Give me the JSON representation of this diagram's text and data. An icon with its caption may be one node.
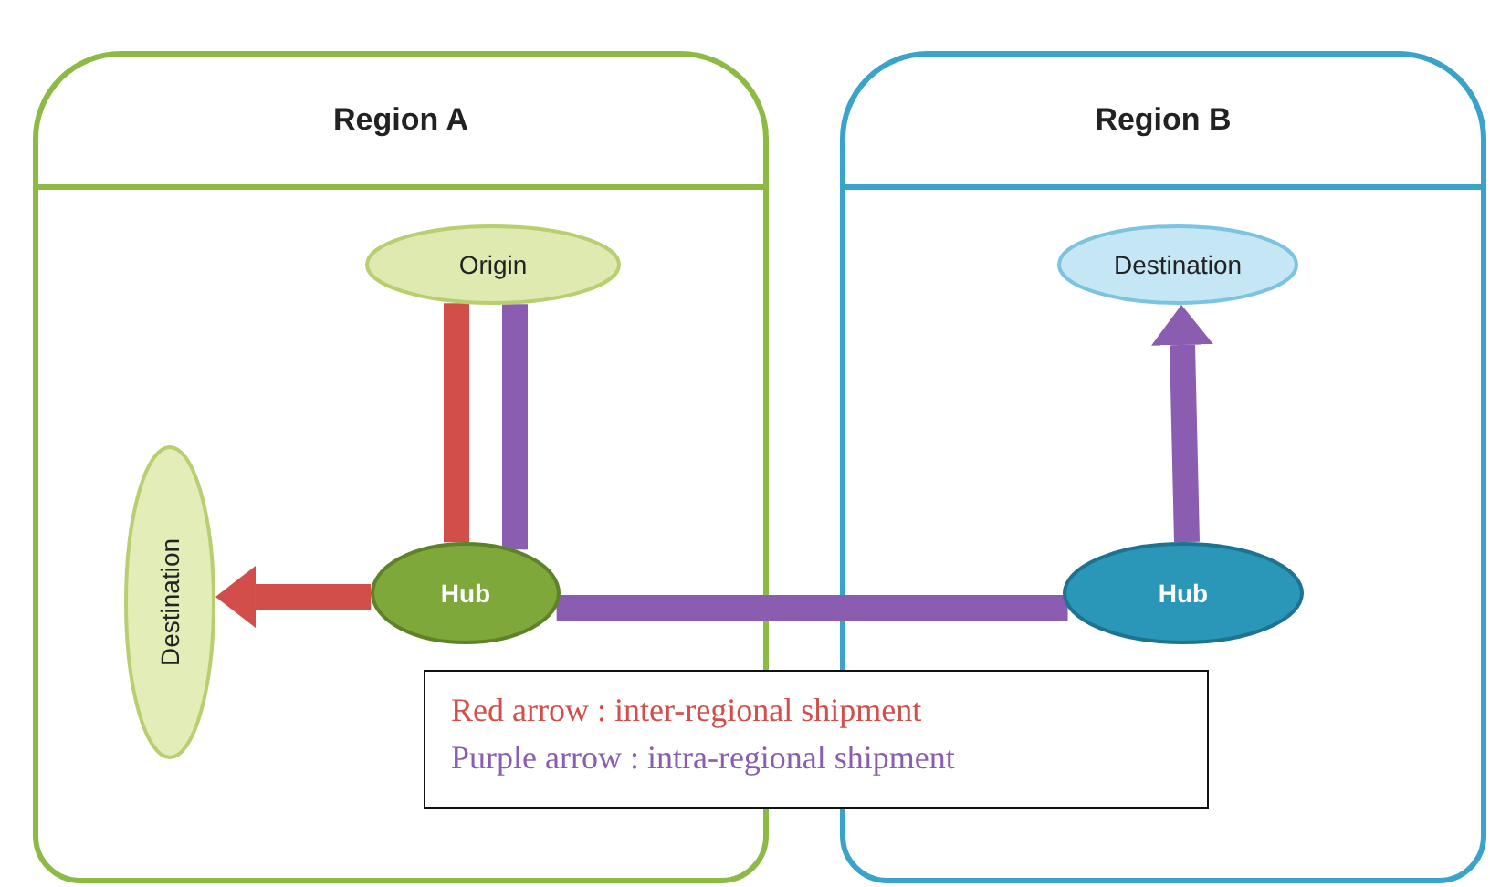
{
  "diagram": {
    "nodes": [
      {
        "text": [
          "Region A"
        ]
      },
      {
        "text": [
          "Origin"
        ],
        "in": 0
      },
      {
        "text": [
          "Destination"
        ],
        "in": 0
      },
      {
        "text": [
          "Hub"
        ],
        "in": 0
      },
      {
        "text": [
          "Region B"
        ]
      },
      {
        "text": [
          "Destination"
        ],
        "in": 4
      },
      {
        "text": [
          "Hub"
        ],
        "in": 4
      }
    ],
    "edges": [
      {
        "from": 1,
        "to": 3,
        "arrow": "none",
        "color": "#d24e4a"
      },
      {
        "from": 3,
        "to": 2,
        "arrow": "to",
        "color": "#d24e4a"
      },
      {
        "from": 1,
        "to": 3,
        "arrow": "none"
      },
      {
        "from": 3,
        "to": 6,
        "arrow": "none"
      },
      {
        "from": 6,
        "to": 5,
        "arrow": "to"
      }
    ],
    "legend": [
      {
        "text": "Red arrow : inter-regional shipment",
        "color": "#d24e4a"
      },
      {
        "text": "Purple arrow : intra-regional shipment",
        "color": "#8a5db0"
      }
    ]
  }
}
